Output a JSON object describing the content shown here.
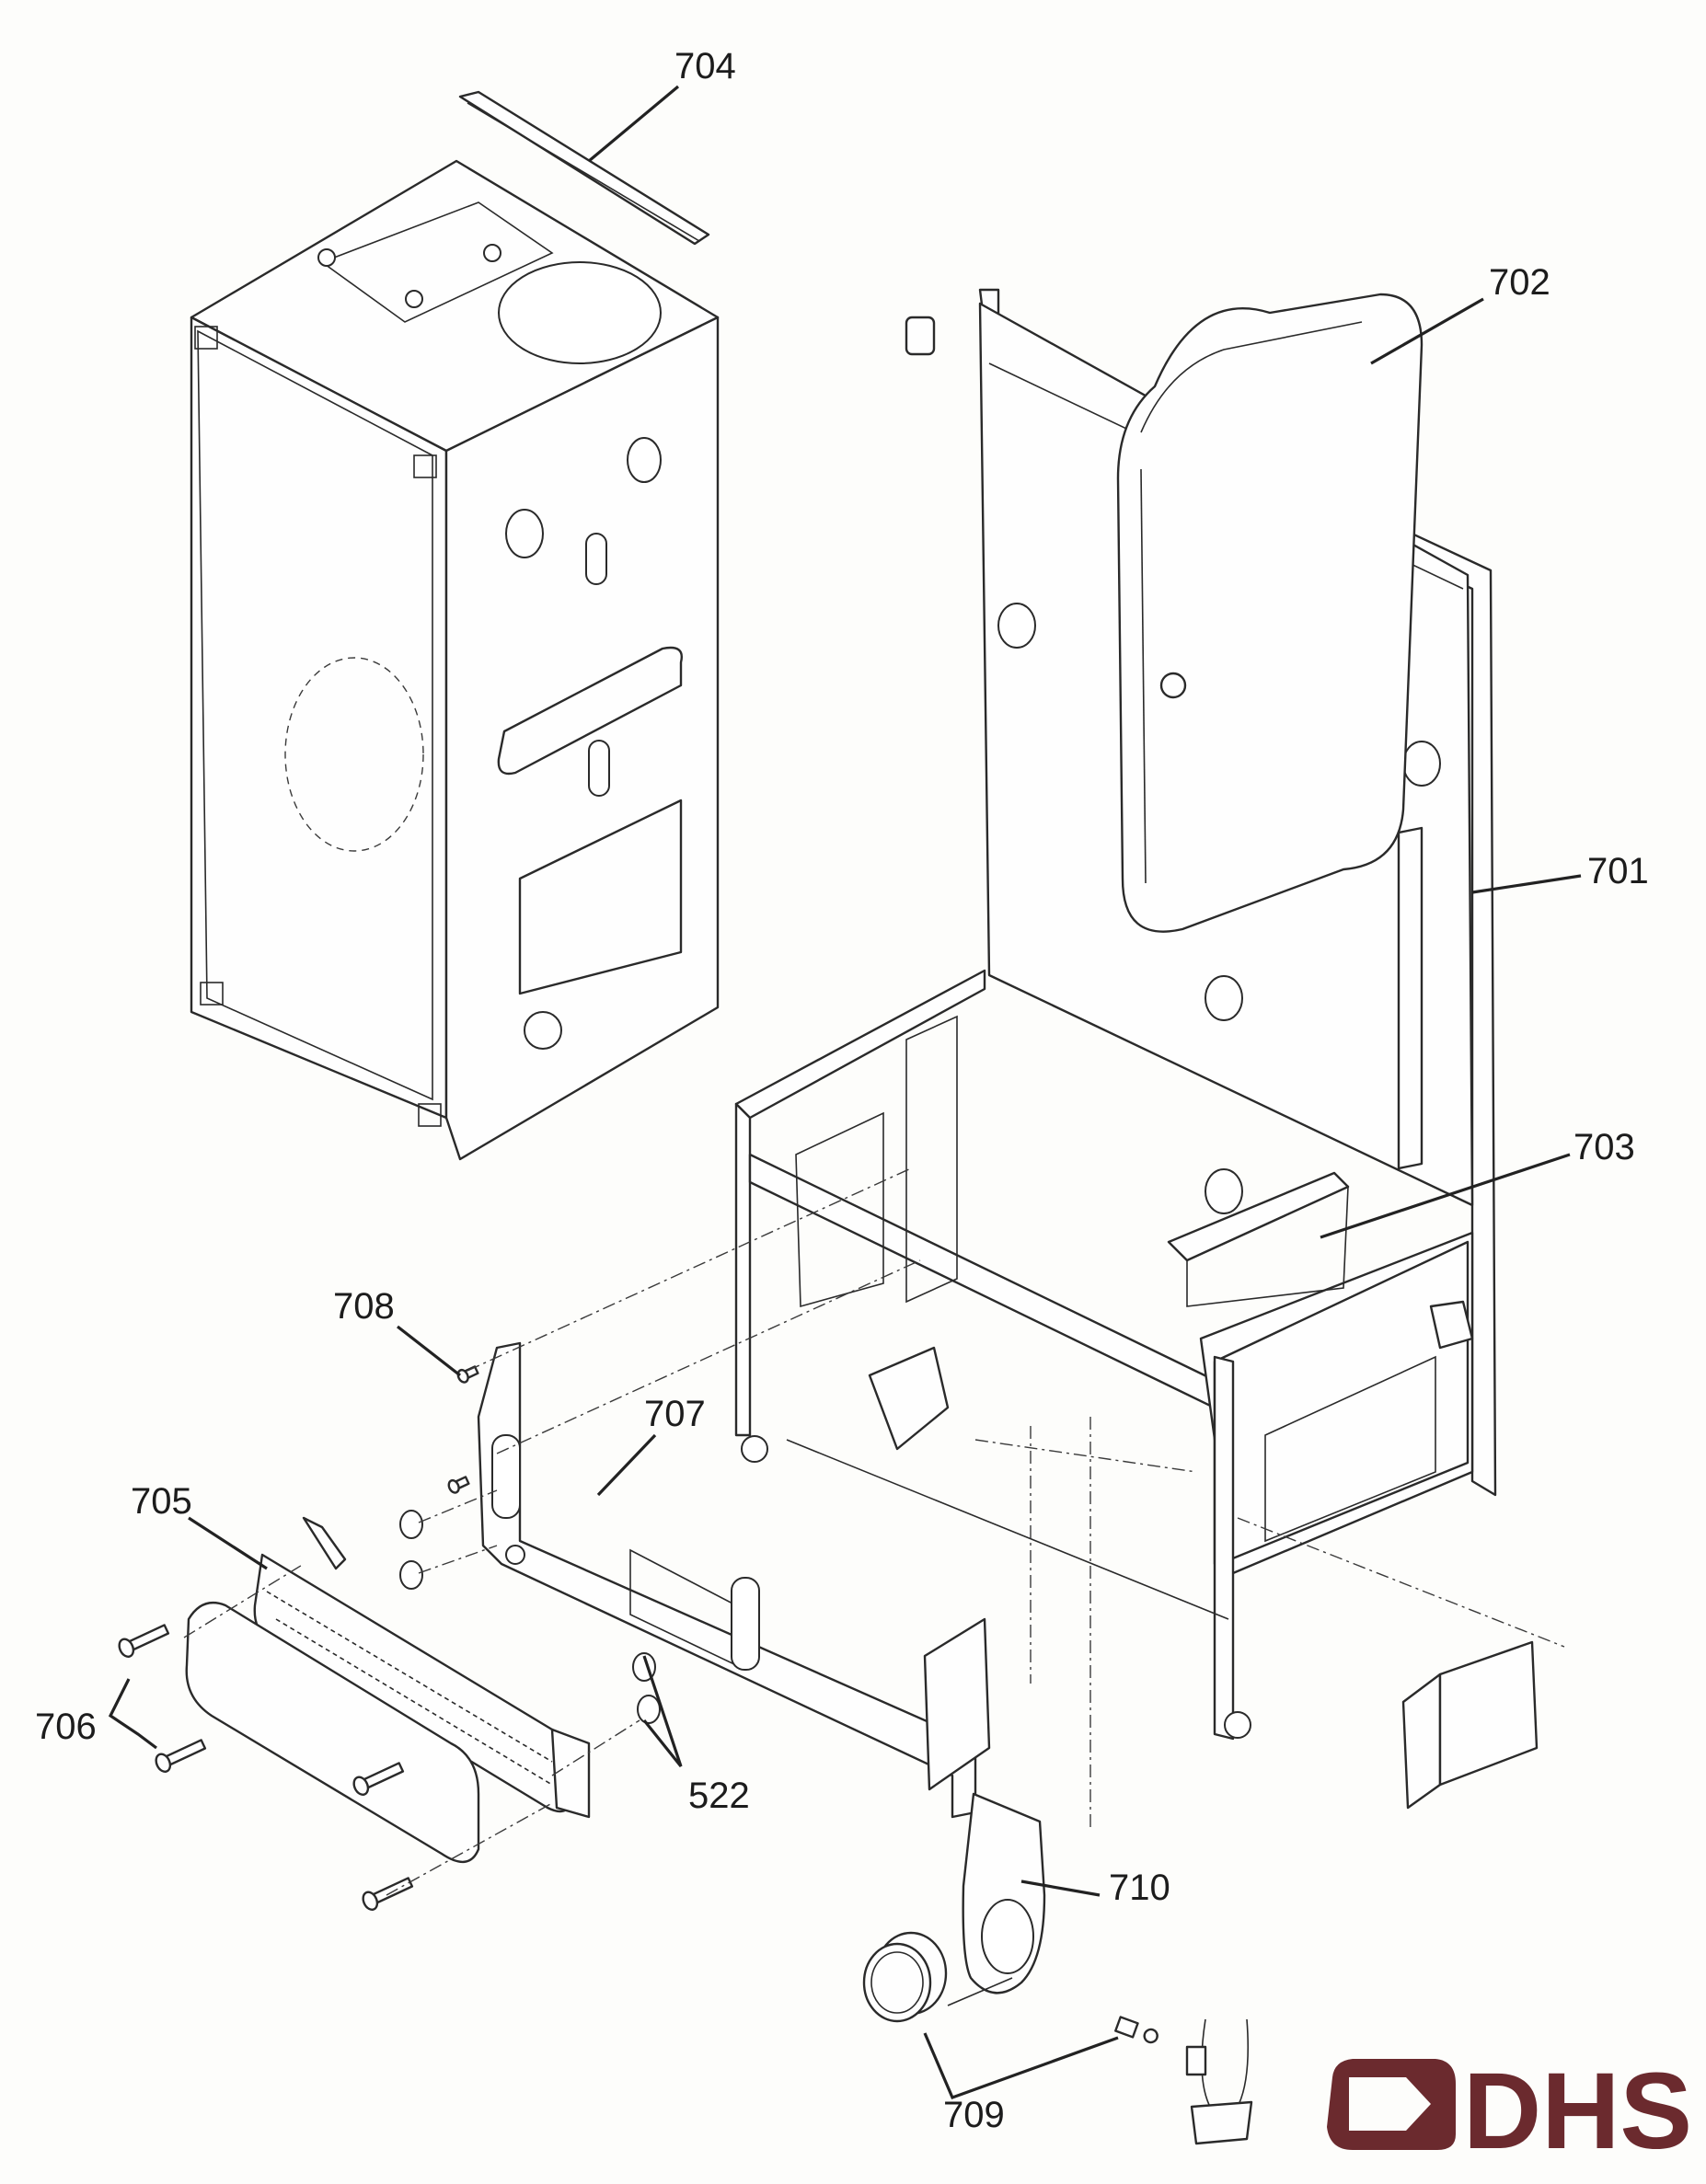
{
  "diagram": {
    "type": "exploded-parts-diagram",
    "labels": [
      {
        "id": "704",
        "text": "704",
        "part": "top-rail"
      },
      {
        "id": "702",
        "text": "702",
        "part": "expansion-vessel"
      },
      {
        "id": "701",
        "text": "701",
        "part": "chassis-frame"
      },
      {
        "id": "703",
        "text": "703",
        "part": "mounting-bracket"
      },
      {
        "id": "708",
        "text": "708",
        "part": "screw"
      },
      {
        "id": "707",
        "text": "707",
        "part": "heat-exchanger-bracket"
      },
      {
        "id": "705",
        "text": "705",
        "part": "plate-heat-exchanger"
      },
      {
        "id": "706",
        "text": "706",
        "part": "heat-exchanger-screws"
      },
      {
        "id": "522",
        "text": "522",
        "part": "o-rings"
      },
      {
        "id": "710",
        "text": "710",
        "part": "gauge-bracket"
      },
      {
        "id": "709",
        "text": "709",
        "part": "pressure-gauge"
      }
    ]
  },
  "logo": {
    "text": "DHS",
    "color": "#6b2a2e"
  },
  "colors": {
    "line": "#2a2a2a",
    "paper": "#fdfdfb"
  }
}
